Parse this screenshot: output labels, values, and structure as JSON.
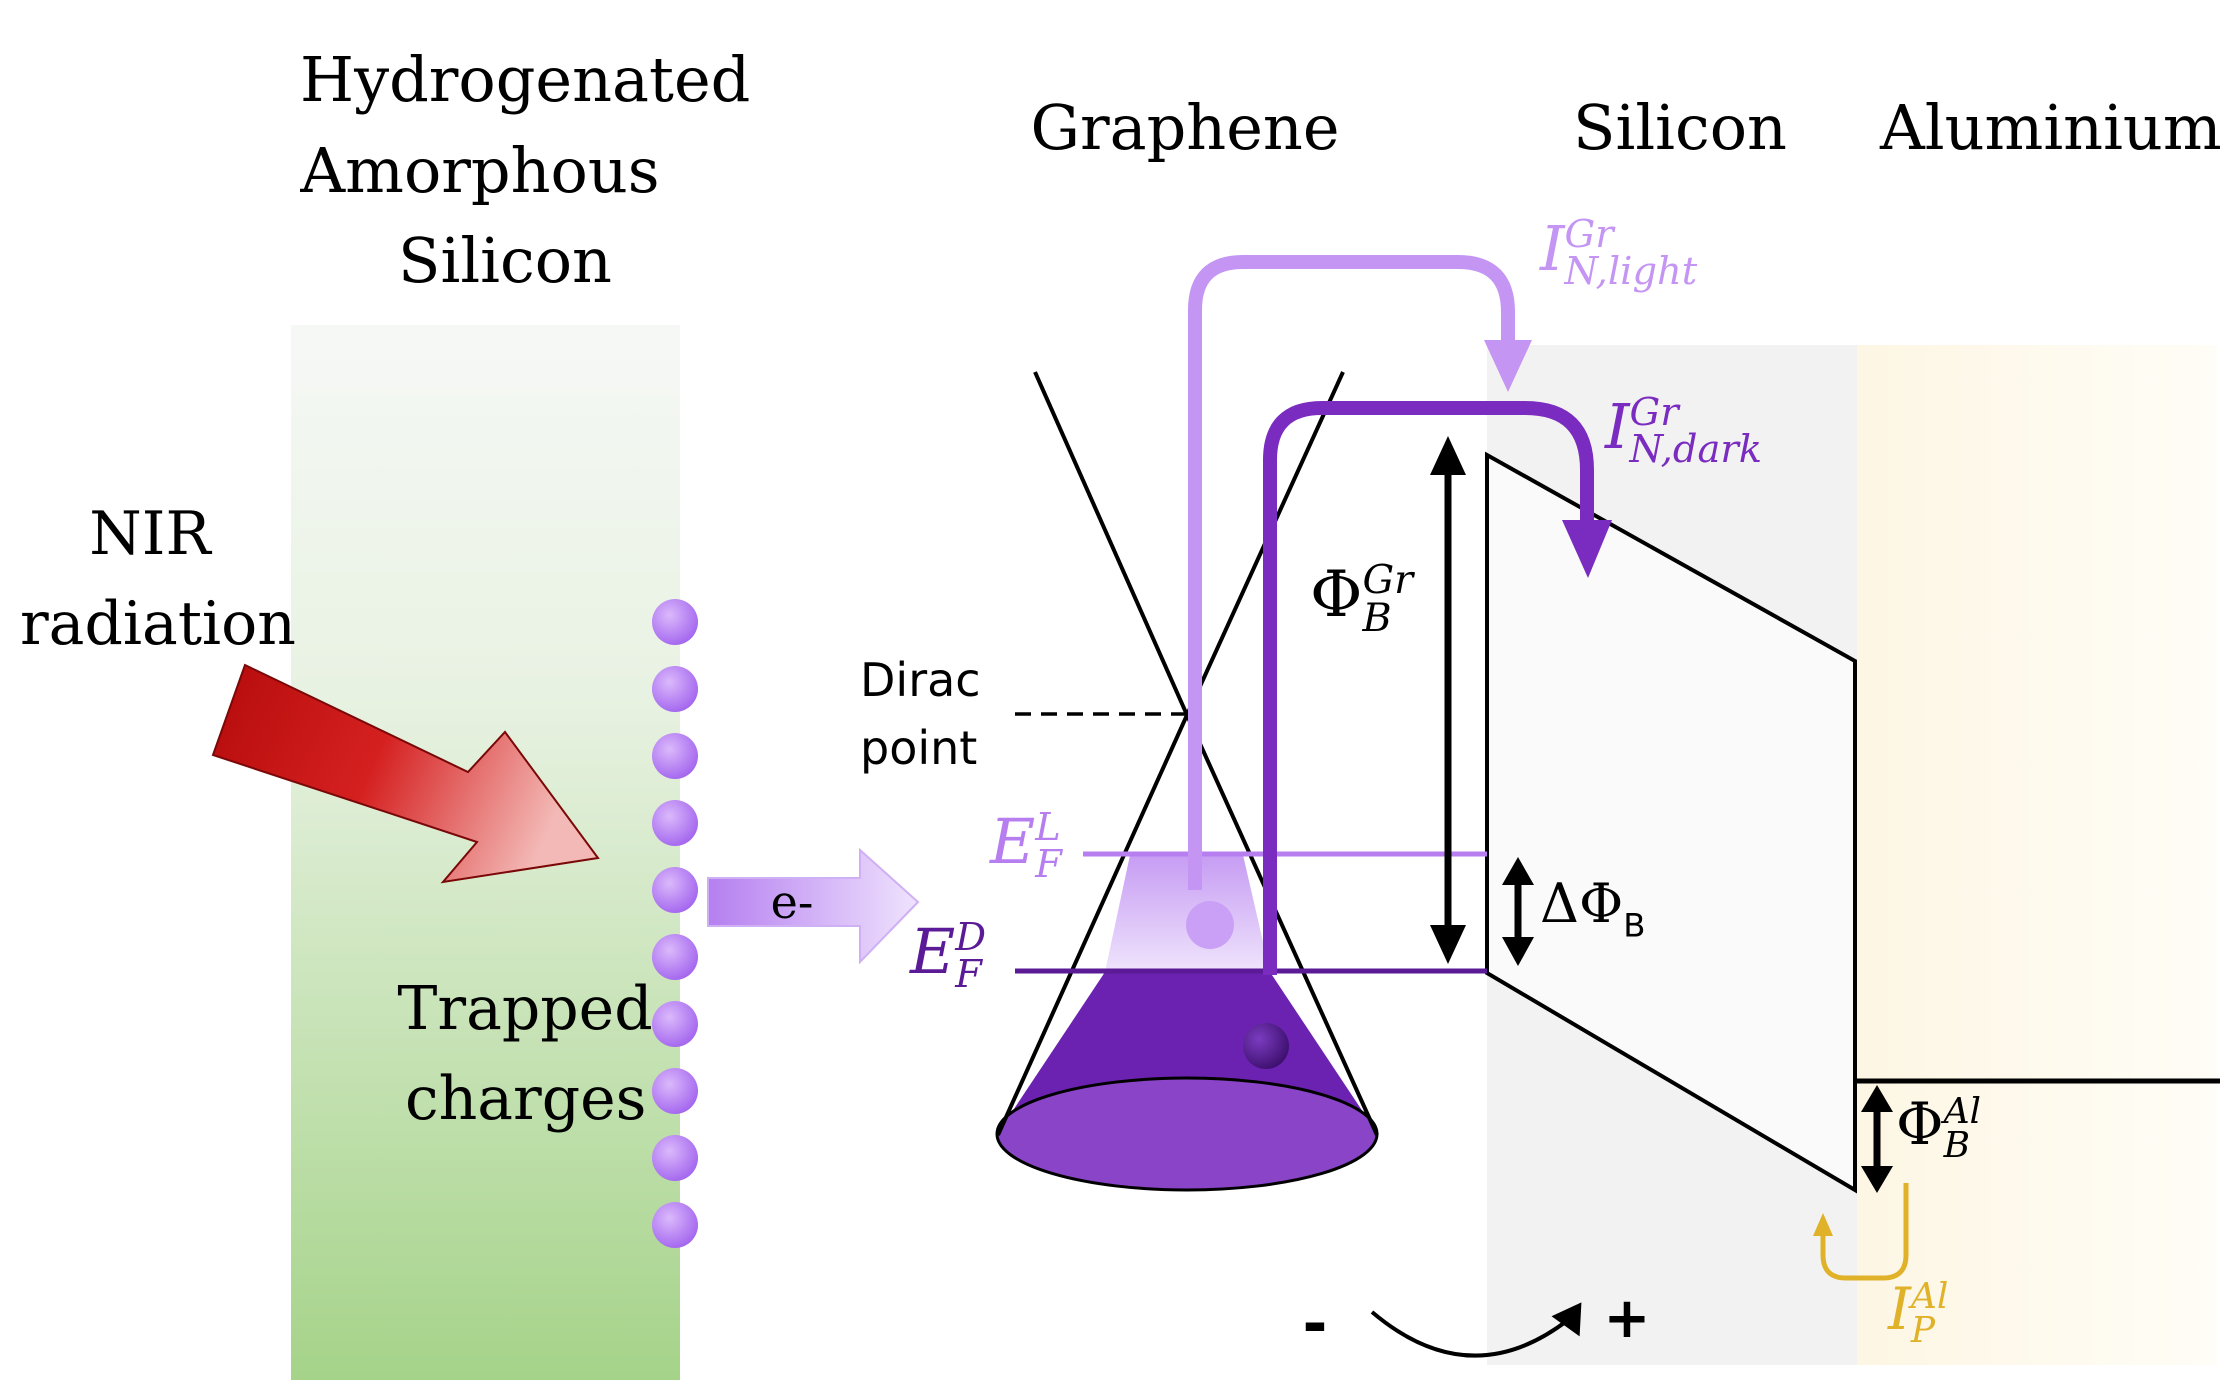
{
  "labels": {
    "hydrogenated": "Hydrogenated",
    "amorphous": "Amorphous",
    "silicon_left": "Silicon",
    "graphene": "Graphene",
    "silicon": "Silicon",
    "aluminium": "Aluminium",
    "nir": "NIR",
    "radiation": "radiation",
    "trapped": "Trapped",
    "charges": "charges",
    "dirac": "Dirac",
    "point": "point",
    "electron": "e-",
    "minus": "-",
    "plus": "+"
  },
  "math": {
    "i_light_base": "I",
    "i_light_sup": "Gr",
    "i_light_sub": "N,light",
    "i_dark_base": "I",
    "i_dark_sup": "Gr",
    "i_dark_sub": "N,dark",
    "phi_gr_base": "Φ",
    "phi_gr_sup": "Gr",
    "phi_gr_sub": "B",
    "delta_phi_base": "ΔΦ",
    "delta_phi_sub": "B",
    "phi_al_base": "Φ",
    "phi_al_sup": "Al",
    "phi_al_sub": "B",
    "ef_l_base": "E",
    "ef_l_sup": "L",
    "ef_l_sub": "F",
    "ef_d_base": "E",
    "ef_d_sup": "D",
    "ef_d_sub": "F",
    "ip_al_base": "I",
    "ip_al_sup": "Al",
    "ip_al_sub": "P"
  },
  "colors": {
    "light_purple": "#b77ef0",
    "dark_purple": "#7a2bc0",
    "deep_purple": "#5b1a96",
    "aluminium_yellow": "#e0b22a",
    "nir_red": "#c40c0c",
    "amorphous_green": "#a9d68c",
    "silicon_grey": "#f1f1f1",
    "aluminium_bg": "#fdf8ea"
  },
  "trapped_charges": 10
}
